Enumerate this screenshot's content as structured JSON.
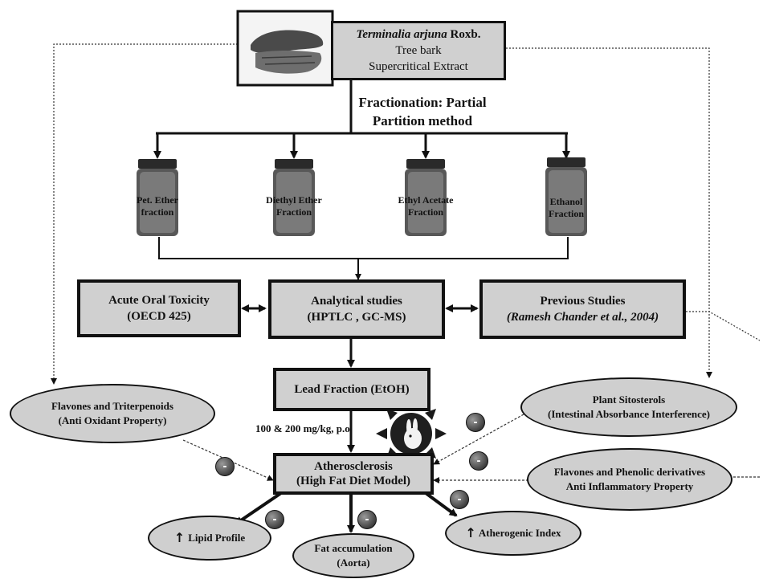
{
  "source": {
    "species": "Terminalia arjuna",
    "authority": "Roxb.",
    "line2": "Tree bark",
    "line3": "Supercritical Extract"
  },
  "fractionation": {
    "line1": "Fractionation: Partial",
    "line2": "Partition method"
  },
  "fractions": [
    {
      "line1": "Pet. Ether",
      "line2": "fraction"
    },
    {
      "line1": "Diethyl Ether",
      "line2": "Fraction"
    },
    {
      "line1": "Ethyl Acetate",
      "line2": "Fraction"
    },
    {
      "line1": "Ethanol",
      "line2": "Fraction"
    }
  ],
  "toxicity": {
    "line1": "Acute Oral Toxicity",
    "line2": "(OECD 425)"
  },
  "analytical": {
    "line1": "Analytical studies",
    "line2": "(HPTLC , GC-MS)"
  },
  "previous": {
    "line1": "Previous Studies",
    "line2": "(Ramesh Chander et al., 2004)"
  },
  "lead": {
    "label": "Lead Fraction (EtOH)"
  },
  "dose": {
    "label": "100 & 200 mg/kg, p.o"
  },
  "atherosclerosis": {
    "line1": "Atherosclerosis",
    "line2": "(High Fat Diet Model)"
  },
  "flavones_triterpenoids": {
    "line1": "Flavones and Triterpenoids",
    "line2": "(Anti Oxidant Property)"
  },
  "plant_sitosterols": {
    "line1": "Plant Sitosterols",
    "line2": "(Intestinal Absorbance Interference)"
  },
  "flavones_phenolic": {
    "line1": "Flavones and Phenolic derivatives",
    "line2": "Anti Inflammatory Property"
  },
  "lipid_profile": {
    "arrow": "↑",
    "label": "Lipid Profile"
  },
  "fat_accumulation": {
    "line1": "Fat accumulation",
    "line2": "(Aorta)"
  },
  "atherogenic_index": {
    "arrow": "↑",
    "label": "Atherogenic Index"
  },
  "minus_symbol": "-",
  "colors": {
    "box_fill": "#d0d0d0",
    "line": "#111111",
    "minus_fill": "#4a4a4a"
  }
}
